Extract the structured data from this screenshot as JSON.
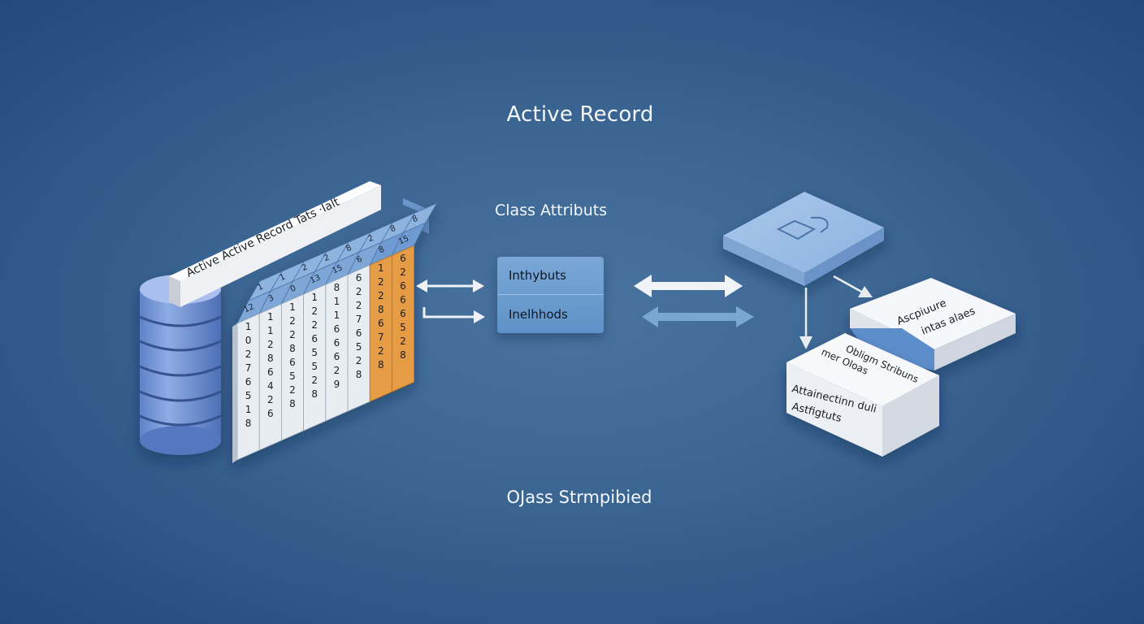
{
  "diagram": {
    "title": "Active Record",
    "class_attributes_label": "Class Attributs",
    "footer_label": "OJass Strmpibied",
    "colors": {
      "background": "#3a6491",
      "table_header": "#7ea6d6",
      "table_body": "#e8edf2",
      "highlight_column": "#e69c45",
      "db_cylinder": "#7d9fd8",
      "box_white": "#f3f5f8",
      "box_blue": "#8fb7e2",
      "arrow_white": "#eef2f6",
      "arrow_blue": "#7aa6d2"
    },
    "database": {
      "icon": "database-cylinder-icon",
      "banner_text": "Active Active Record  Tats  ·Ialt"
    },
    "table": {
      "header_row_1": [
        "1",
        "1",
        "2",
        "2",
        "8",
        "2",
        "8",
        "8"
      ],
      "header_row_2": [
        "12",
        "3",
        "0",
        "13",
        "15",
        "6",
        "8",
        "15"
      ],
      "columns": [
        [
          "1",
          "0",
          "2",
          "7",
          "6",
          "5",
          "1",
          "8"
        ],
        [
          "1",
          "1",
          "2",
          "8",
          "6",
          "4",
          "2",
          "6"
        ],
        [
          "1",
          "2",
          "2",
          "8",
          "6",
          "5",
          "2",
          "8"
        ],
        [
          "1",
          "2",
          "2",
          "6",
          "5",
          "5",
          "2",
          "8"
        ],
        [
          "8",
          "1",
          "1",
          "6",
          "6",
          "6",
          "2",
          "9"
        ],
        [
          "6",
          "2",
          "2",
          "7",
          "6",
          "5",
          "2",
          "8"
        ],
        [
          "1",
          "2",
          "2",
          "8",
          "6",
          "7",
          "2",
          "8"
        ],
        [
          "6",
          "2",
          "6",
          "6",
          "6",
          "5",
          "2",
          "8"
        ]
      ],
      "highlighted_columns": [
        6,
        7
      ]
    },
    "class_box": {
      "rows": [
        "Inthybuts",
        "Inelhhods"
      ]
    },
    "object_stack": {
      "top_tile_icon": "object-shape-icon",
      "right_box_lines": [
        "Ascpiuure",
        "intas alaes"
      ],
      "front_box_top_lines": [
        "Obligm Stribuns",
        "mer Oloas"
      ],
      "front_box_side_lines": [
        "Attainectinn duli",
        "Astfigtuts"
      ]
    }
  }
}
